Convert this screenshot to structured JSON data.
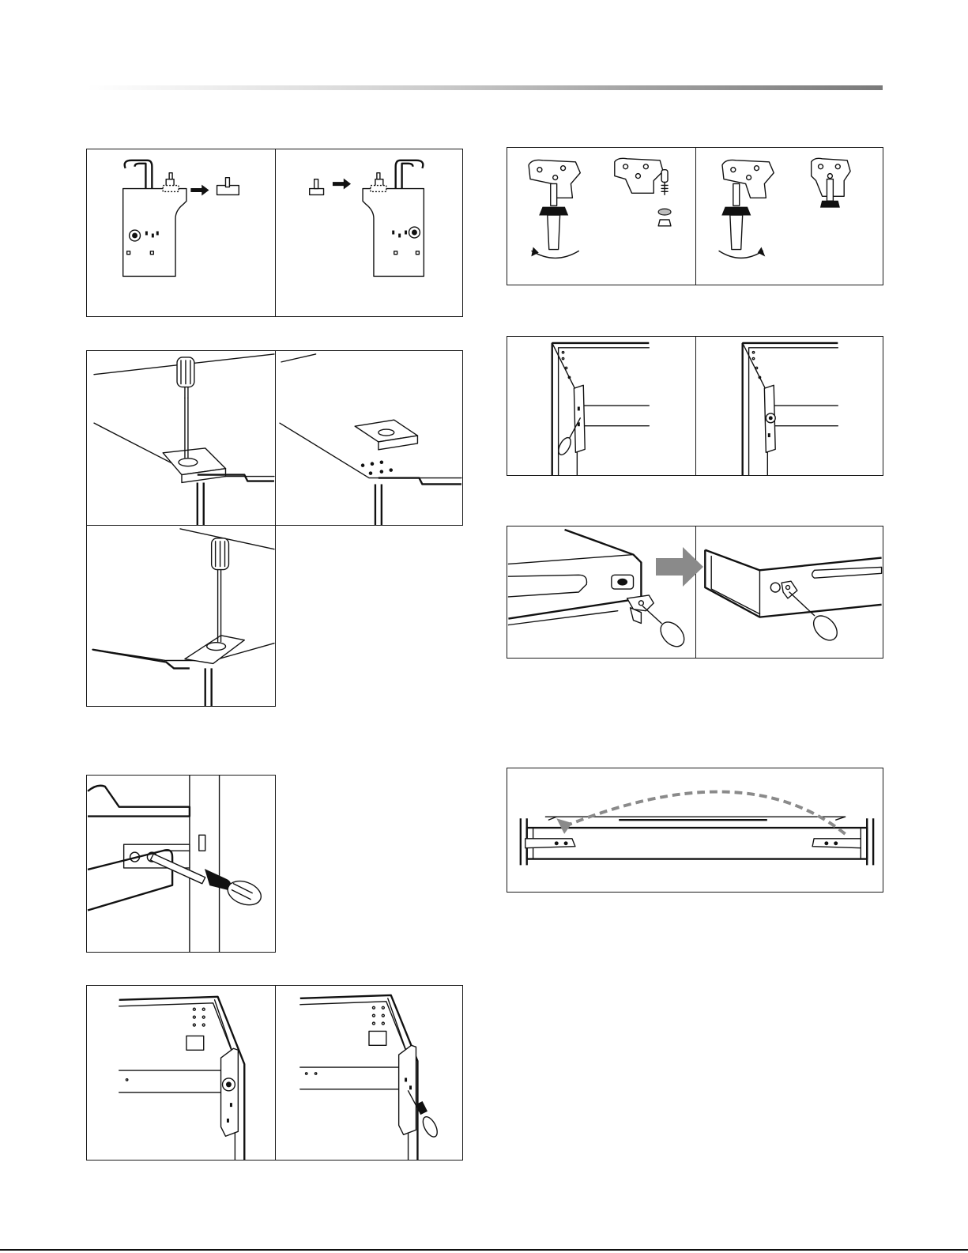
{
  "page": {
    "accent_colors": {
      "rule_gradient_end": "#7a7a7a",
      "arrow_gray": "#8a8a8a",
      "ink": "#111111"
    }
  },
  "figures": [
    {
      "id": "hinge-pin-swap",
      "panels": 2
    },
    {
      "id": "top-hinge-cover",
      "panels": 3
    },
    {
      "id": "middle-hinge-screw",
      "panels": 1
    },
    {
      "id": "lower-hinge-side",
      "panels": 2
    },
    {
      "id": "bottom-hinge-pin",
      "panels": 2
    },
    {
      "id": "door-hinge-side",
      "panels": 2
    },
    {
      "id": "door-stop-swap",
      "panels": 2
    },
    {
      "id": "door-top-hinge-move",
      "panels": 1
    }
  ]
}
